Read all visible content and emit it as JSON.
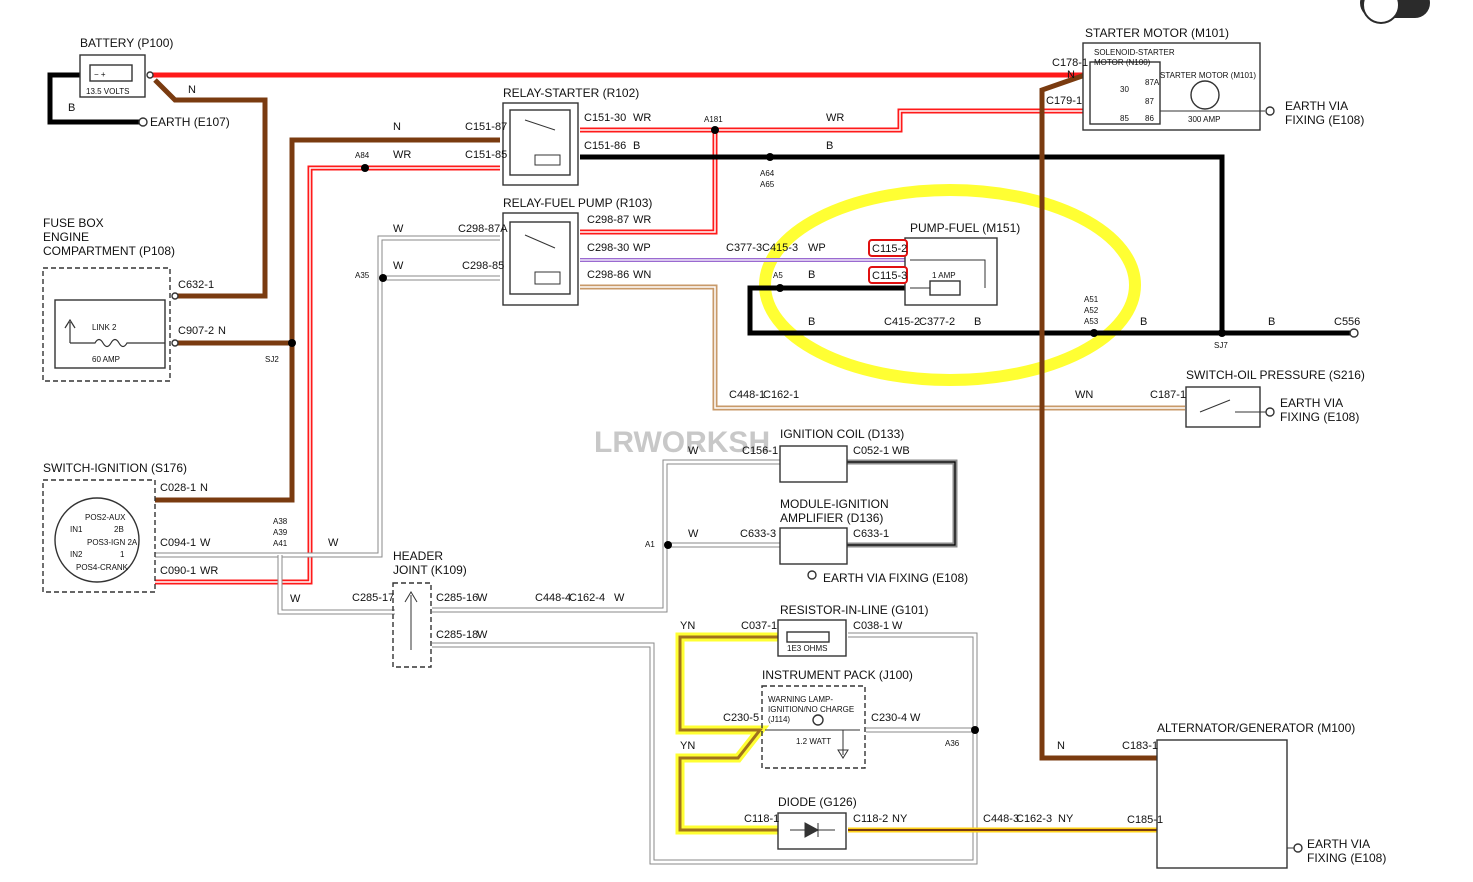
{
  "watermark": "LRWORKSH",
  "components": {
    "battery": "BATTERY (P100)",
    "battery_volts": "13.5 VOLTS",
    "earth_e107": "EARTH (E107)",
    "starter_motor": "STARTER MOTOR (M101)",
    "solenoid": "SOLENOID-STARTER",
    "solenoid2": "MOTOR (N100)",
    "starter_motor_inner": "STARTER MOTOR (M101)",
    "amp_300": "300 AMP",
    "earth_via": "EARTH VIA",
    "fixing_e108": "FIXING (E108)",
    "relay_starter": "RELAY-STARTER (R102)",
    "relay_fuel_pump": "RELAY-FUEL PUMP (R103)",
    "pump_fuel": "PUMP-FUEL (M151)",
    "one_amp": "1 AMP",
    "fuse_box_1": "FUSE BOX",
    "fuse_box_2": "ENGINE",
    "fuse_box_3": "COMPARTMENT (P108)",
    "link2": "LINK 2",
    "amp_60": "60 AMP",
    "switch_ignition": "SWITCH-IGNITION (S176)",
    "ignition_coil": "IGNITION COIL (D133)",
    "module_ignition_1": "MODULE-IGNITION",
    "module_ignition_2": "AMPLIFIER (D136)",
    "earth_via_fixing_e108": "EARTH VIA FIXING (E108)",
    "switch_oil": "SWITCH-OIL PRESSURE (S216)",
    "header_joint_1": "HEADER",
    "header_joint_2": "JOINT (K109)",
    "resistor": "RESISTOR-IN-LINE (G101)",
    "ohms": "1E3 OHMS",
    "instrument_pack": "INSTRUMENT PACK (J100)",
    "warning_lamp_1": "WARNING LAMP-",
    "warning_lamp_2": "IGNITION/NO CHARGE",
    "warning_lamp_3": "(J114)",
    "watt": "1.2 WATT",
    "diode": "DIODE (G126)",
    "alternator": "ALTERNATOR/GENERATOR (M100)"
  },
  "ignition_positions": [
    "POS2-AUX",
    "IN1",
    "2B",
    "POS3-IGN 2A",
    "IN2",
    "1",
    "POS4-CRANK"
  ],
  "connectors": {
    "c178_1": "C178-1",
    "c179_1": "C179-1",
    "c151_87": "C151-87",
    "c151_85": "C151-85",
    "c151_30": "C151-30",
    "c151_86": "C151-86",
    "c298_87": "C298-87",
    "c298_87a": "C298-87A",
    "c298_85": "C298-85",
    "c298_30": "C298-30",
    "c298_86": "C298-86",
    "c377_3": "C377-3",
    "c415_3": "C415-3",
    "c115_2": "C115-2",
    "c115_3": "C115-3",
    "c415_2": "C415-2",
    "c377_2": "C377-2",
    "c556": "C556",
    "c632_1": "C632-1",
    "c907_2": "C907-2",
    "c028_1": "C028-1",
    "c094_1": "C094-1",
    "c090_1": "C090-1",
    "c448_1": "C448-1",
    "c162_1": "C162-1",
    "c187_1": "C187-1",
    "c156_1": "C156-1",
    "c052_1": "C052-1",
    "c633_3": "C633-3",
    "c633_1": "C633-1",
    "c285_17": "C285-17",
    "c285_16": "C285-16",
    "c285_18": "C285-18",
    "c448_4": "C448-4",
    "c162_4": "C162-4",
    "c037_1": "C037-1",
    "c038_1": "C038-1",
    "c230_5": "C230-5",
    "c230_4": "C230-4",
    "c118_1": "C118-1",
    "c118_2": "C118-2",
    "c448_3": "C448-3",
    "c162_3": "C162-3",
    "c183_1": "C183-1",
    "c185_1": "C185-1"
  },
  "splices": {
    "a181": "A181",
    "a84": "A84",
    "a64": "A64",
    "a65": "A65",
    "a35": "A35",
    "a5": "A5",
    "a51": "A51",
    "a52": "A52",
    "a53": "A53",
    "sj7": "SJ7",
    "sj2": "SJ2",
    "a38": "A38",
    "a39": "A39",
    "a41": "A41",
    "a1": "A1",
    "a36": "A36"
  },
  "wire_codes": {
    "n": "N",
    "b": "B",
    "wr": "WR",
    "w": "W",
    "wp": "WP",
    "wn": "WN",
    "wb": "WB",
    "yn": "YN",
    "ny": "NY"
  },
  "relay_pins": {
    "p30": "30",
    "p87a": "87A",
    "p87": "87",
    "p85": "85",
    "p86": "86"
  },
  "colors": {
    "red": "#ff1a1a",
    "brown": "#7a3b10",
    "black": "#000000",
    "white": "#ffffff",
    "yellow_highlight": "#ffff33",
    "highlight_box": "#e01010"
  }
}
